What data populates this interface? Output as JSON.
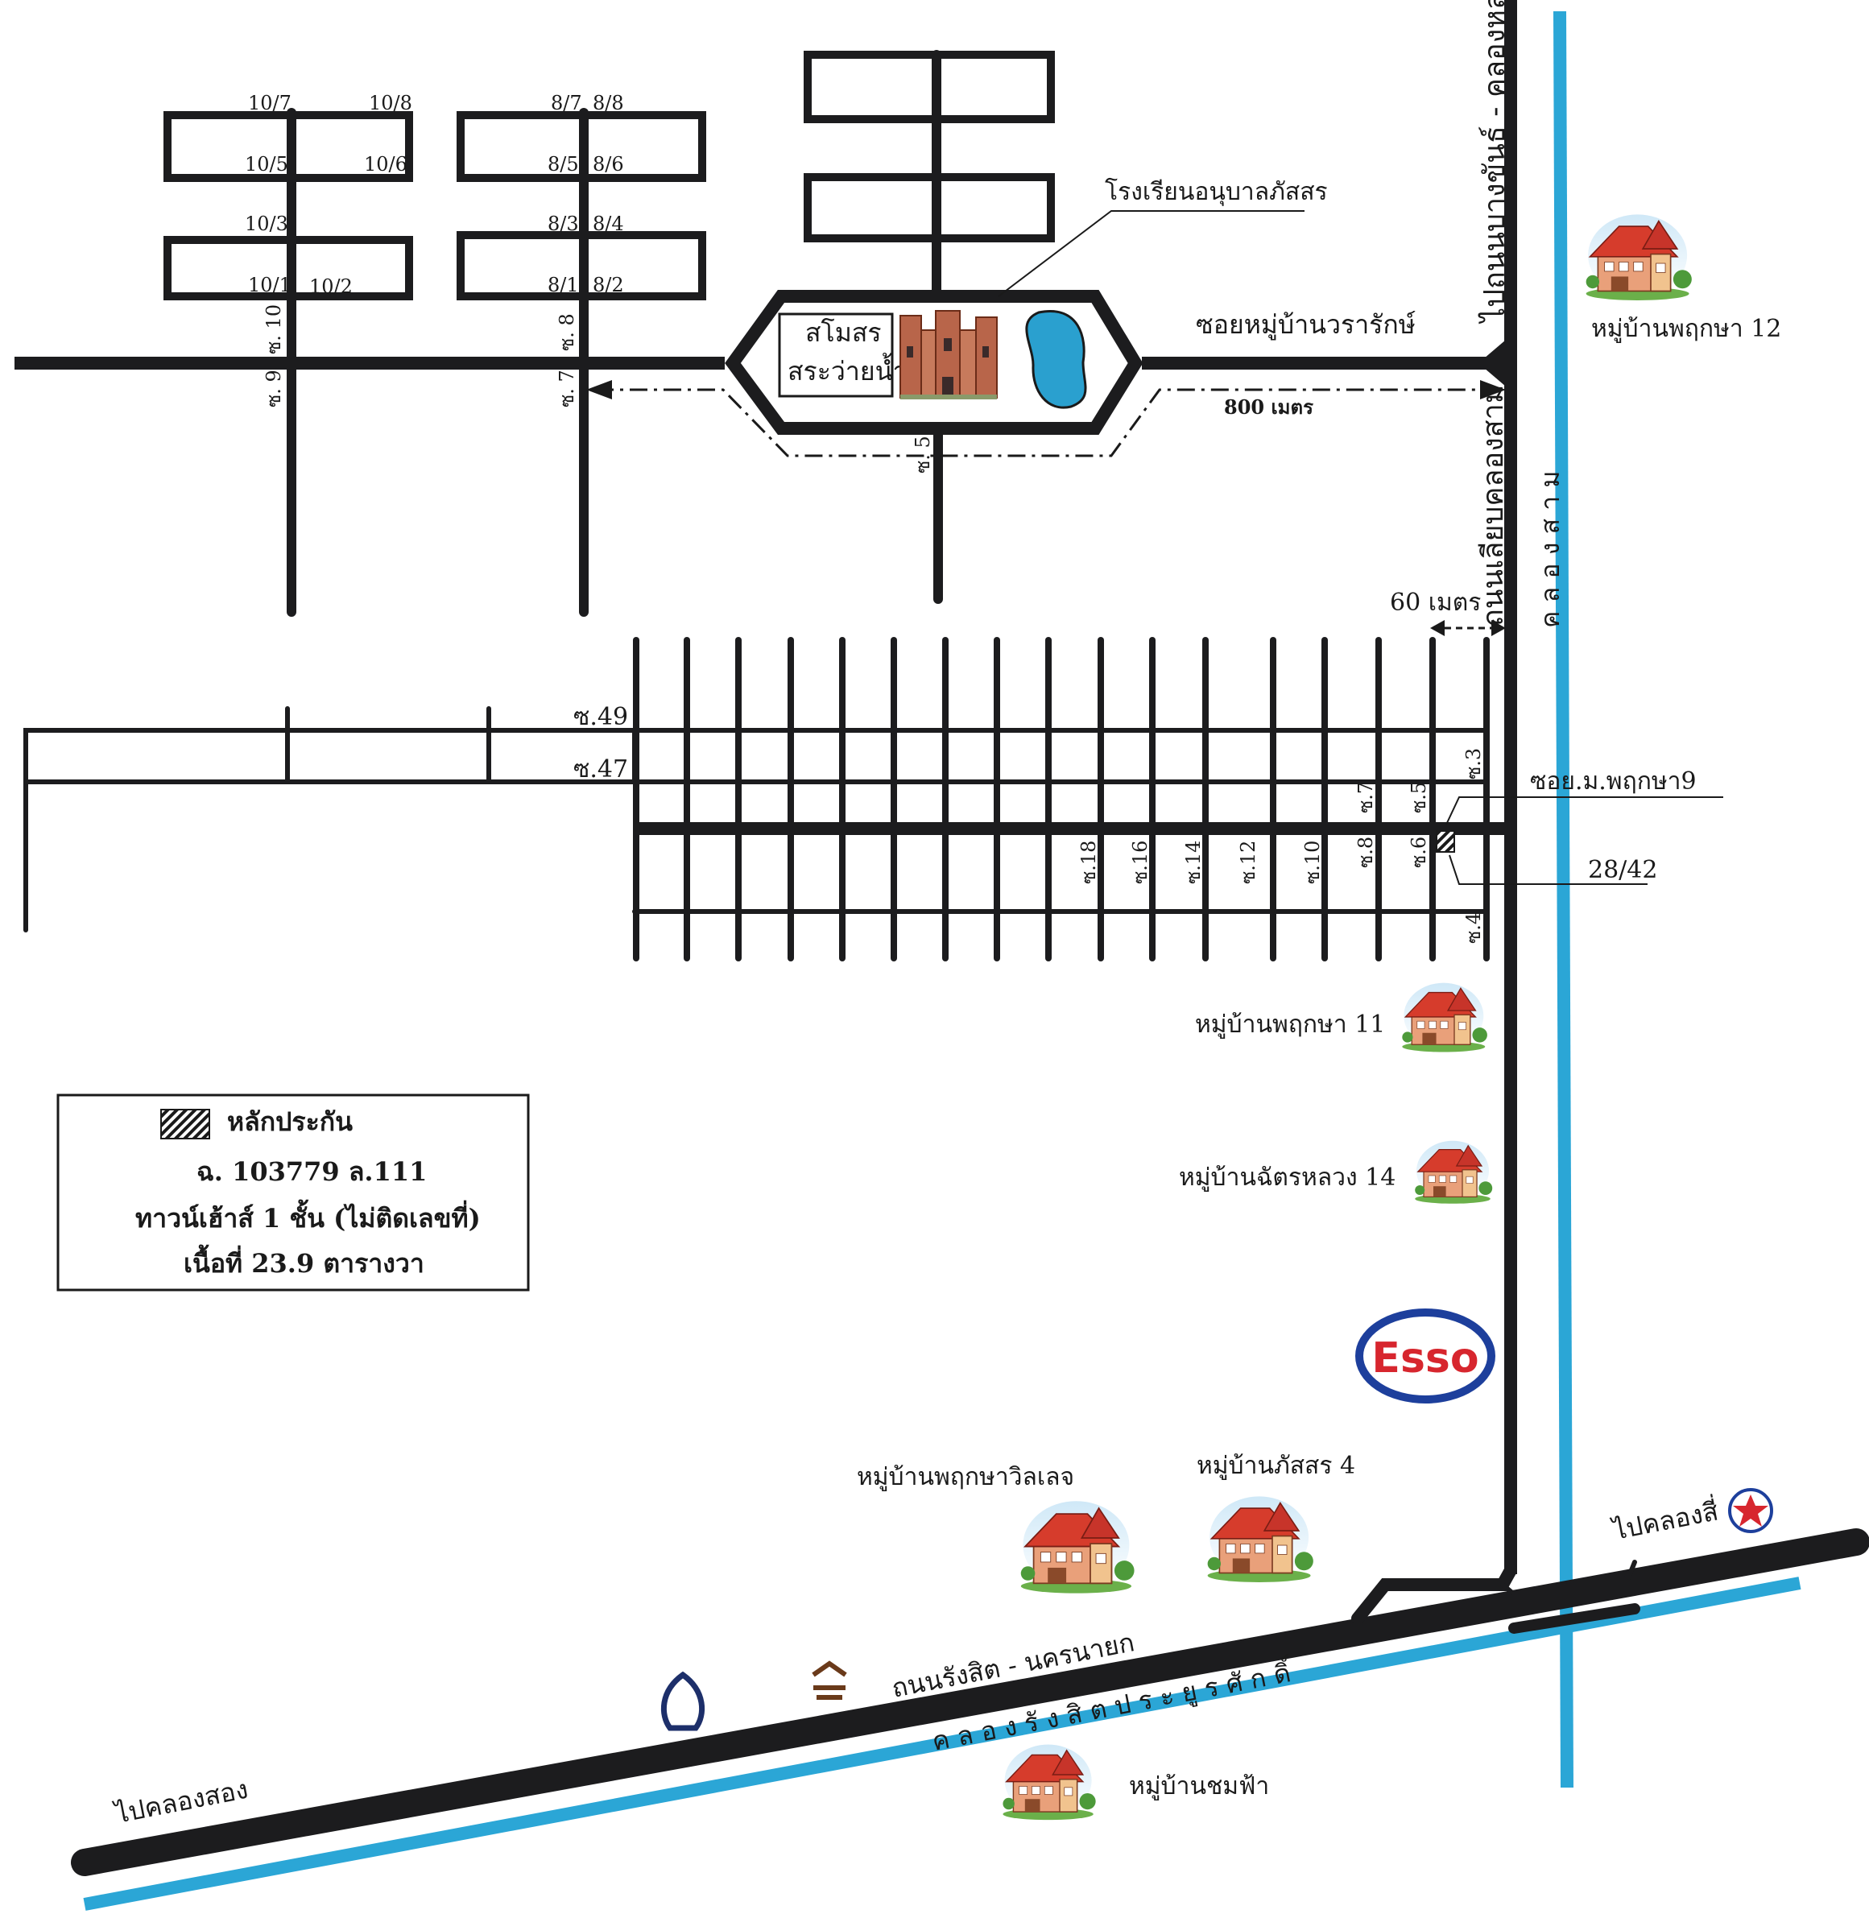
{
  "colors": {
    "road": "#1c1c1e",
    "canal": "#2ba6d6",
    "lake": "#2aa0cf",
    "esso_red": "#d7262e",
    "esso_blue": "#1d3f9c"
  },
  "labels": {
    "villa_club": "สโมสร",
    "pool": "สระว่ายน้ำ",
    "school": "โรงเรียนอนุบาลภัสสร",
    "soi_wararak": "ซอยหมู่บ้านวรารักษ์",
    "dist_800": "800 เมตร",
    "dist_60": "60 เมตร",
    "road_bang_khan": "ไปถนนบางขันธ์ - คลองหลวง",
    "road_khlong_3": "ถนนเลียบคลองสาม",
    "canal_khlong_3": "ค ล อ ง ส า ม",
    "village_12": "หมู่บ้านพฤกษา 12",
    "village_11": "หมู่บ้านพฤกษา 11",
    "village_chat": "หมู่บ้านฉัตรหลวง 14",
    "village_villege": "หมู่บ้านพฤกษาวิลเลจ",
    "village_passorn4": "หมู่บ้านภัสสร 4",
    "village_chomfa": "หมู่บ้านชมฟ้า",
    "to_khlong_4": "ไปคลองสี่",
    "to_khlong_2": "ไปคลองสอง",
    "rangsit_road": "ถนนรังสิต - นครนายก",
    "rangsit_canal": "ค ล อ ง รั ง สิ ต ป ร ะ ยู ร ศั ก ดิ์",
    "soi_pruksa9": "ซอย.ม.พฤกษา9",
    "house_no": "28/42",
    "esso": "Esso"
  },
  "soi": {
    "s49": "ซ.49",
    "s47": "ซ.47",
    "s18": "ซ.18",
    "s16": "ซ.16",
    "s14": "ซ.14",
    "s12": "ซ.12",
    "s10": "ซ.10",
    "s8": "ซ.8",
    "s6": "ซ.6",
    "s5": "ซ.5",
    "s7": "ซ.7",
    "s3": "ซ.3",
    "s4": "ซ.4",
    "top_s10": "ซ. 10",
    "top_s9": "ซ. 9",
    "top_s8": "ซ. 8",
    "top_s7": "ซ. 7",
    "top_s5": "ซ. 5"
  },
  "plots": {
    "p10_7": "10/7",
    "p10_8": "10/8",
    "p10_5": "10/5",
    "p10_6": "10/6",
    "p10_3": "10/3",
    "p10_1": "10/1",
    "p10_2": "10/2",
    "p8_7": "8/7",
    "p8_8": "8/8",
    "p8_5": "8/5",
    "p8_6": "8/6",
    "p8_3": "8/3",
    "p8_4": "8/4",
    "p8_1": "8/1",
    "p8_2": "8/2"
  },
  "legend": {
    "title": "หลักประกัน",
    "line1": "ฉ. 103779   ล.111",
    "line2": "ทาวน์เฮ้าส์ 1 ชั้น (ไม่ติดเลขที่)",
    "line3": "เนื้อที่ 23.9 ตารางวา"
  }
}
